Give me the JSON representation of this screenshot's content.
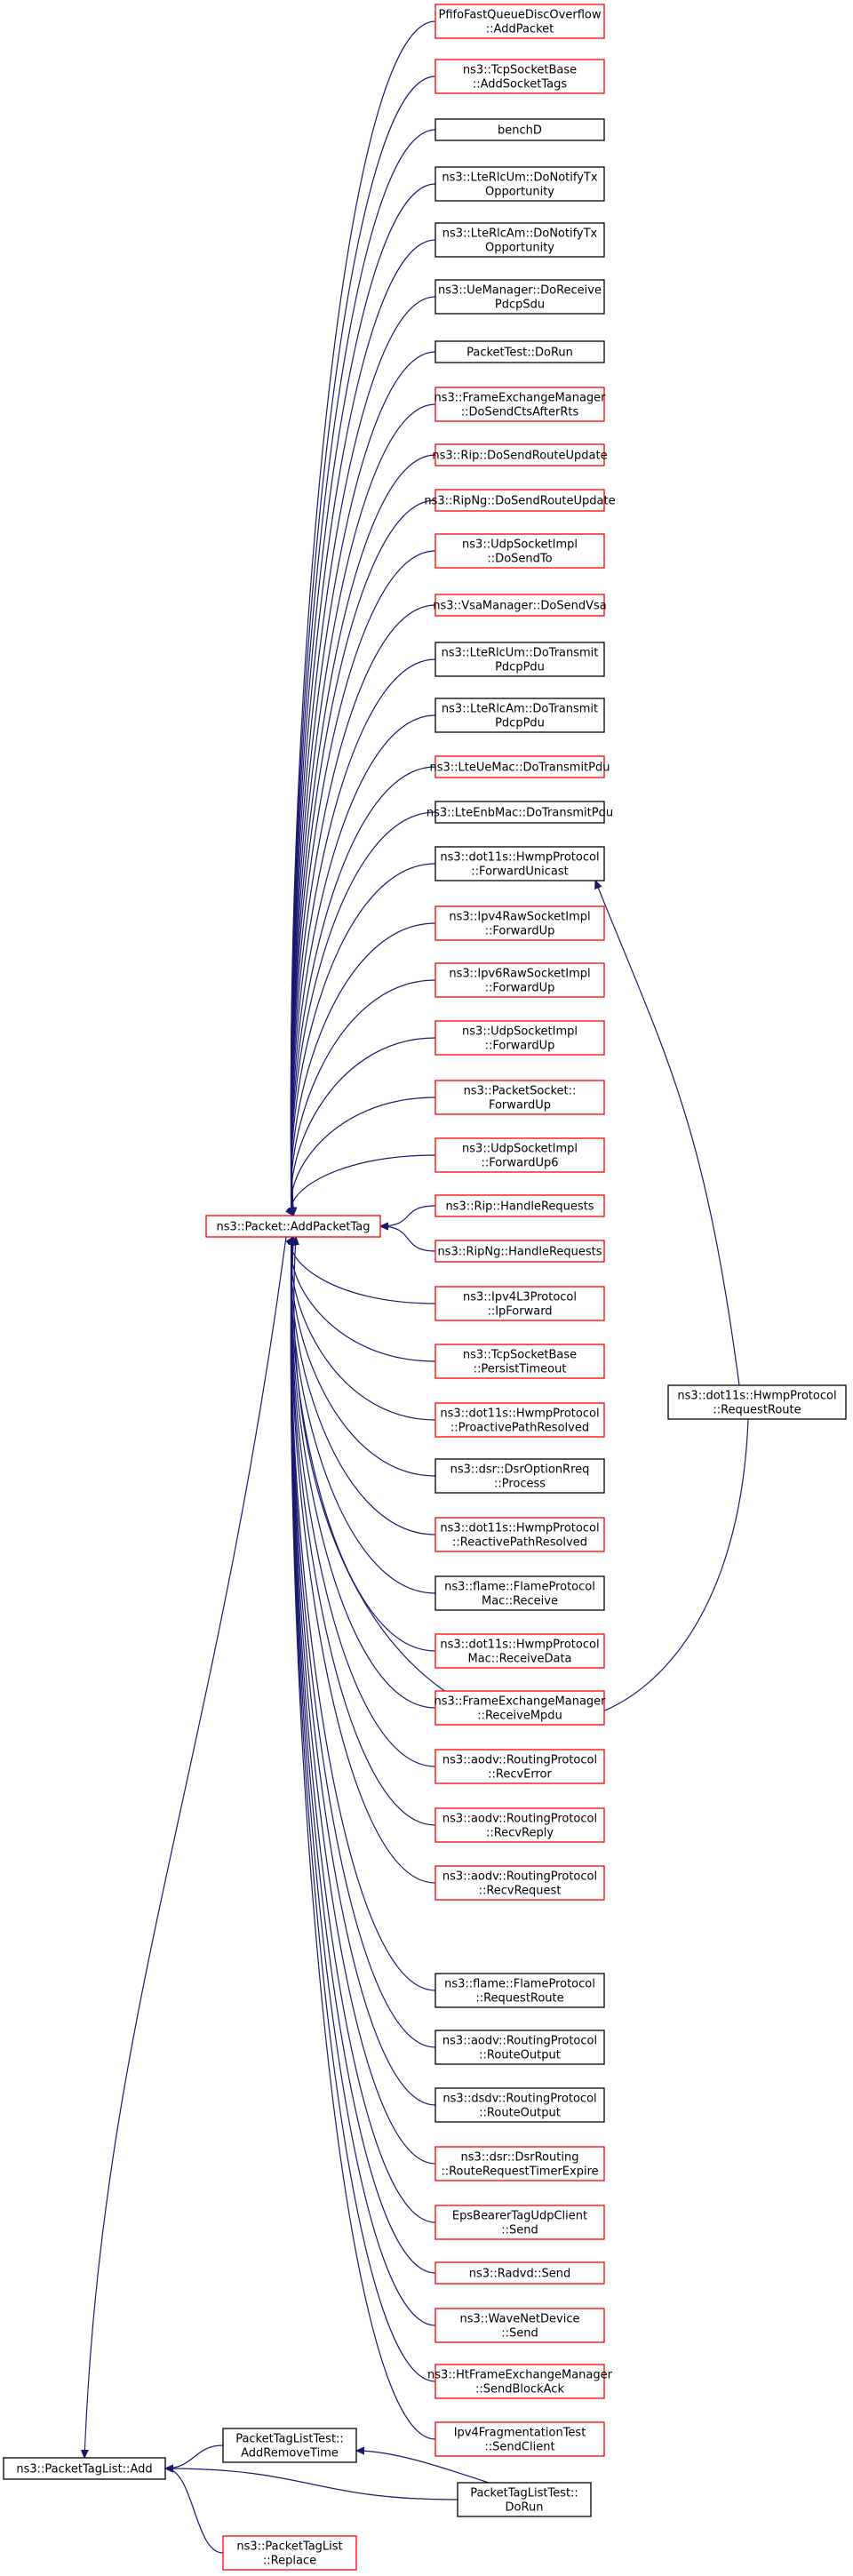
{
  "colors": {
    "edge": "#191970",
    "border_linked": "#ff0000",
    "border_plain": "#000000",
    "root_fill": "#bfbfbf",
    "node_fill": "#ffffff",
    "text": "#000000"
  },
  "nodes": [
    {
      "id": "root",
      "lines": [
        "ns3::PacketTagList::Add"
      ],
      "style": "root"
    },
    {
      "id": "addpackettag",
      "lines": [
        "ns3::Packet::AddPacketTag"
      ],
      "style": "red"
    },
    {
      "id": "addremovetime",
      "lines": [
        "PacketTagListTest::",
        "AddRemoveTime"
      ],
      "style": "black"
    },
    {
      "id": "pktlist-dorun",
      "lines": [
        "PacketTagListTest::",
        "DoRun"
      ],
      "style": "black"
    },
    {
      "id": "replace",
      "lines": [
        "ns3::PacketTagList",
        "::Replace"
      ],
      "style": "red"
    },
    {
      "id": "requestroute-hwmp",
      "lines": [
        "ns3::dot11s::HwmpProtocol",
        "::RequestRoute"
      ],
      "style": "black"
    },
    {
      "id": "pfifo",
      "lines": [
        "PfifoFastQueueDiscOverflow",
        "::AddPacket"
      ],
      "style": "red"
    },
    {
      "id": "tcp-addtags",
      "lines": [
        "ns3::TcpSocketBase",
        "::AddSocketTags"
      ],
      "style": "red"
    },
    {
      "id": "benchd",
      "lines": [
        "benchD"
      ],
      "style": "black"
    },
    {
      "id": "rlcum-dnto",
      "lines": [
        "ns3::LteRlcUm::DoNotifyTx",
        "Opportunity"
      ],
      "style": "black"
    },
    {
      "id": "rlcam-dnto",
      "lines": [
        "ns3::LteRlcAm::DoNotifyTx",
        "Opportunity"
      ],
      "style": "black"
    },
    {
      "id": "uemanager",
      "lines": [
        "ns3::UeManager::DoReceive",
        "PdcpSdu"
      ],
      "style": "black"
    },
    {
      "id": "packettest",
      "lines": [
        "PacketTest::DoRun"
      ],
      "style": "black"
    },
    {
      "id": "fem-cts",
      "lines": [
        "ns3::FrameExchangeManager",
        "::DoSendCtsAfterRts"
      ],
      "style": "red"
    },
    {
      "id": "rip-send",
      "lines": [
        "ns3::Rip::DoSendRouteUpdate"
      ],
      "style": "red"
    },
    {
      "id": "ripng-send",
      "lines": [
        "ns3::RipNg::DoSendRouteUpdate"
      ],
      "style": "red"
    },
    {
      "id": "udp-sendto",
      "lines": [
        "ns3::UdpSocketImpl",
        "::DoSendTo"
      ],
      "style": "red"
    },
    {
      "id": "vsa",
      "lines": [
        "ns3::VsaManager::DoSendVsa"
      ],
      "style": "red"
    },
    {
      "id": "rlcum-tx",
      "lines": [
        "ns3::LteRlcUm::DoTransmit",
        "PdcpPdu"
      ],
      "style": "black"
    },
    {
      "id": "rlcam-tx",
      "lines": [
        "ns3::LteRlcAm::DoTransmit",
        "PdcpPdu"
      ],
      "style": "black"
    },
    {
      "id": "uemac-tx",
      "lines": [
        "ns3::LteUeMac::DoTransmitPdu"
      ],
      "style": "red"
    },
    {
      "id": "enbmac-tx",
      "lines": [
        "ns3::LteEnbMac::DoTransmitPdu"
      ],
      "style": "black"
    },
    {
      "id": "hwmp-fwd",
      "lines": [
        "ns3::dot11s::HwmpProtocol",
        "::ForwardUnicast"
      ],
      "style": "black"
    },
    {
      "id": "ipv4raw-fwd",
      "lines": [
        "ns3::Ipv4RawSocketImpl",
        "::ForwardUp"
      ],
      "style": "red"
    },
    {
      "id": "ipv6raw-fwd",
      "lines": [
        "ns3::Ipv6RawSocketImpl",
        "::ForwardUp"
      ],
      "style": "red"
    },
    {
      "id": "udp-fwd",
      "lines": [
        "ns3::UdpSocketImpl",
        "::ForwardUp"
      ],
      "style": "red"
    },
    {
      "id": "pktsock-fwd",
      "lines": [
        "ns3::PacketSocket::",
        "ForwardUp"
      ],
      "style": "red"
    },
    {
      "id": "udp-fwd6",
      "lines": [
        "ns3::UdpSocketImpl",
        "::ForwardUp6"
      ],
      "style": "red"
    },
    {
      "id": "rip-hr",
      "lines": [
        "ns3::Rip::HandleRequests"
      ],
      "style": "red"
    },
    {
      "id": "ripng-hr",
      "lines": [
        "ns3::RipNg::HandleRequests"
      ],
      "style": "red"
    },
    {
      "id": "ipv4l3-fwd",
      "lines": [
        "ns3::Ipv4L3Protocol",
        "::IpForward"
      ],
      "style": "red"
    },
    {
      "id": "tcp-persist",
      "lines": [
        "ns3::TcpSocketBase",
        "::PersistTimeout"
      ],
      "style": "red"
    },
    {
      "id": "hwmp-proactive",
      "lines": [
        "ns3::dot11s::HwmpProtocol",
        "::ProactivePathResolved"
      ],
      "style": "red"
    },
    {
      "id": "dsr-rreq",
      "lines": [
        "ns3::dsr::DsrOptionRreq",
        "::Process"
      ],
      "style": "black"
    },
    {
      "id": "hwmp-reactive",
      "lines": [
        "ns3::dot11s::HwmpProtocol",
        "::ReactivePathResolved"
      ],
      "style": "red"
    },
    {
      "id": "flame-recv",
      "lines": [
        "ns3::flame::FlameProtocol",
        "Mac::Receive"
      ],
      "style": "black"
    },
    {
      "id": "hwmp-recvdata",
      "lines": [
        "ns3::dot11s::HwmpProtocol",
        "Mac::ReceiveData"
      ],
      "style": "red"
    },
    {
      "id": "fem-mpdu",
      "lines": [
        "ns3::FrameExchangeManager",
        "::ReceiveMpdu"
      ],
      "style": "red"
    },
    {
      "id": "aodv-err",
      "lines": [
        "ns3::aodv::RoutingProtocol",
        "::RecvError"
      ],
      "style": "red"
    },
    {
      "id": "aodv-reply",
      "lines": [
        "ns3::aodv::RoutingProtocol",
        "::RecvReply"
      ],
      "style": "red"
    },
    {
      "id": "aodv-req",
      "lines": [
        "ns3::aodv::RoutingProtocol",
        "::RecvRequest"
      ],
      "style": "red"
    },
    {
      "id": "flame-route",
      "lines": [
        "ns3::flame::FlameProtocol",
        "::RequestRoute"
      ],
      "style": "black"
    },
    {
      "id": "aodv-out",
      "lines": [
        "ns3::aodv::RoutingProtocol",
        "::RouteOutput"
      ],
      "style": "black"
    },
    {
      "id": "dsdv-out",
      "lines": [
        "ns3::dsdv::RoutingProtocol",
        "::RouteOutput"
      ],
      "style": "black"
    },
    {
      "id": "dsr-timer",
      "lines": [
        "ns3::dsr::DsrRouting",
        "::RouteRequestTimerExpire"
      ],
      "style": "red"
    },
    {
      "id": "eps-send",
      "lines": [
        "EpsBearerTagUdpClient",
        "::Send"
      ],
      "style": "red"
    },
    {
      "id": "radvd",
      "lines": [
        "ns3::Radvd::Send"
      ],
      "style": "red"
    },
    {
      "id": "wave-send",
      "lines": [
        "ns3::WaveNetDevice",
        "::Send"
      ],
      "style": "red"
    },
    {
      "id": "htfem",
      "lines": [
        "ns3::HtFrameExchangeManager",
        "::SendBlockAck"
      ],
      "style": "red"
    },
    {
      "id": "ipv4frag",
      "lines": [
        "Ipv4FragmentationTest",
        "::SendClient"
      ],
      "style": "red"
    }
  ],
  "edges": [
    {
      "from": "addpackettag",
      "to": "root"
    },
    {
      "from": "addremovetime",
      "to": "root"
    },
    {
      "from": "pktlist-dorun",
      "to": "root"
    },
    {
      "from": "replace",
      "to": "root"
    },
    {
      "from": "pktlist-dorun",
      "to": "addremovetime"
    },
    {
      "from": "requestroute-hwmp",
      "to": "hwmp-fwd"
    },
    {
      "from": "pfifo",
      "to": "addpackettag"
    },
    {
      "from": "tcp-addtags",
      "to": "addpackettag"
    },
    {
      "from": "benchd",
      "to": "addpackettag"
    },
    {
      "from": "rlcum-dnto",
      "to": "addpackettag"
    },
    {
      "from": "rlcam-dnto",
      "to": "addpackettag"
    },
    {
      "from": "uemanager",
      "to": "addpackettag"
    },
    {
      "from": "packettest",
      "to": "addpackettag"
    },
    {
      "from": "fem-cts",
      "to": "addpackettag"
    },
    {
      "from": "rip-send",
      "to": "addpackettag"
    },
    {
      "from": "ripng-send",
      "to": "addpackettag"
    },
    {
      "from": "udp-sendto",
      "to": "addpackettag"
    },
    {
      "from": "vsa",
      "to": "addpackettag"
    },
    {
      "from": "rlcum-tx",
      "to": "addpackettag"
    },
    {
      "from": "rlcam-tx",
      "to": "addpackettag"
    },
    {
      "from": "uemac-tx",
      "to": "addpackettag"
    },
    {
      "from": "enbmac-tx",
      "to": "addpackettag"
    },
    {
      "from": "hwmp-fwd",
      "to": "addpackettag"
    },
    {
      "from": "ipv4raw-fwd",
      "to": "addpackettag"
    },
    {
      "from": "ipv6raw-fwd",
      "to": "addpackettag"
    },
    {
      "from": "udp-fwd",
      "to": "addpackettag"
    },
    {
      "from": "pktsock-fwd",
      "to": "addpackettag"
    },
    {
      "from": "udp-fwd6",
      "to": "addpackettag"
    },
    {
      "from": "rip-hr",
      "to": "addpackettag"
    },
    {
      "from": "ripng-hr",
      "to": "addpackettag"
    },
    {
      "from": "ipv4l3-fwd",
      "to": "addpackettag"
    },
    {
      "from": "tcp-persist",
      "to": "addpackettag"
    },
    {
      "from": "hwmp-proactive",
      "to": "addpackettag"
    },
    {
      "from": "dsr-rreq",
      "to": "addpackettag"
    },
    {
      "from": "hwmp-reactive",
      "to": "addpackettag"
    },
    {
      "from": "flame-recv",
      "to": "addpackettag"
    },
    {
      "from": "hwmp-recvdata",
      "to": "addpackettag"
    },
    {
      "from": "fem-mpdu",
      "to": "addpackettag"
    },
    {
      "from": "aodv-err",
      "to": "addpackettag"
    },
    {
      "from": "aodv-reply",
      "to": "addpackettag"
    },
    {
      "from": "aodv-req",
      "to": "addpackettag"
    },
    {
      "from": "requestroute-hwmp",
      "to": "addpackettag"
    },
    {
      "from": "flame-route",
      "to": "addpackettag"
    },
    {
      "from": "aodv-out",
      "to": "addpackettag"
    },
    {
      "from": "dsdv-out",
      "to": "addpackettag"
    },
    {
      "from": "dsr-timer",
      "to": "addpackettag"
    },
    {
      "from": "eps-send",
      "to": "addpackettag"
    },
    {
      "from": "radvd",
      "to": "addpackettag"
    },
    {
      "from": "wave-send",
      "to": "addpackettag"
    },
    {
      "from": "htfem",
      "to": "addpackettag"
    },
    {
      "from": "ipv4frag",
      "to": "addpackettag"
    }
  ]
}
